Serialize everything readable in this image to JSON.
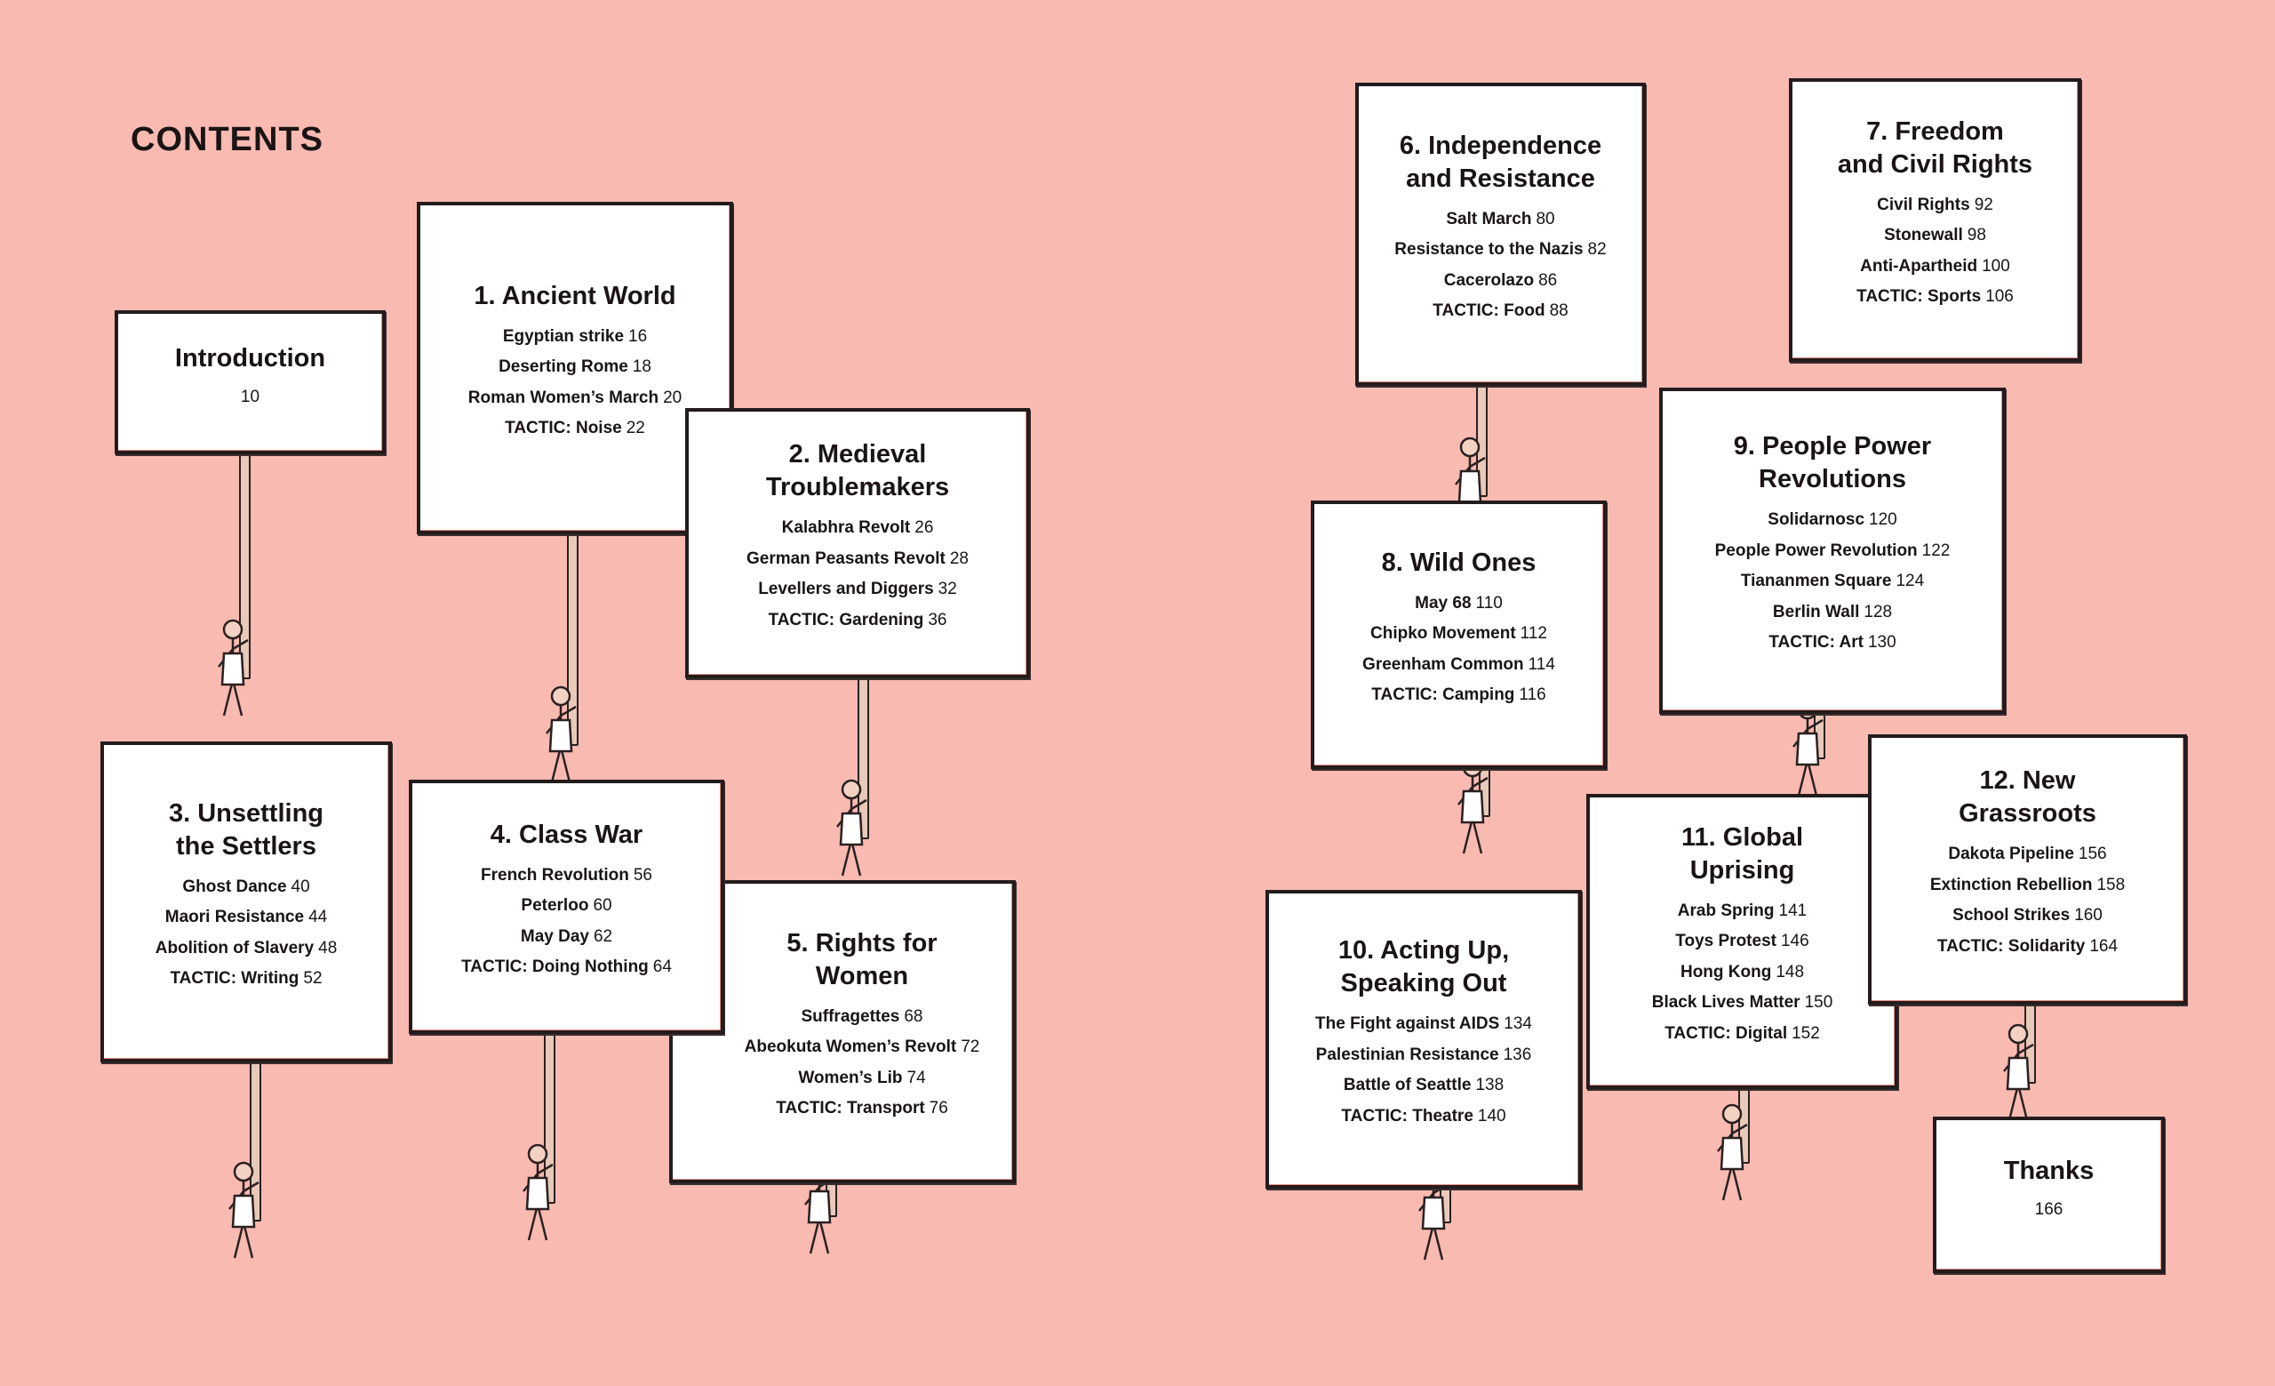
{
  "heading": "CONTENTS",
  "colors": {
    "background": "#f9bab2",
    "sign": "#ffffff",
    "ink": "#1a1414"
  },
  "sections": [
    {
      "title": [
        "Introduction"
      ],
      "page": "10",
      "items": []
    },
    {
      "title": [
        "1. Ancient World"
      ],
      "items": [
        {
          "name": "Egyptian strike",
          "page": "16"
        },
        {
          "name": "Deserting Rome",
          "page": "18"
        },
        {
          "name": "Roman Women’s March",
          "page": "20"
        },
        {
          "name": "TACTIC: Noise",
          "page": "22"
        }
      ]
    },
    {
      "title": [
        "2. Medieval",
        "Troublemakers"
      ],
      "items": [
        {
          "name": "Kalabhra Revolt",
          "page": "26"
        },
        {
          "name": "German Peasants Revolt",
          "page": "28"
        },
        {
          "name": "Levellers and Diggers",
          "page": "32"
        },
        {
          "name": "TACTIC: Gardening",
          "page": "36"
        }
      ]
    },
    {
      "title": [
        "3. Unsettling",
        "the Settlers"
      ],
      "items": [
        {
          "name": "Ghost Dance",
          "page": "40"
        },
        {
          "name": "Maori Resistance",
          "page": "44"
        },
        {
          "name": "Abolition of Slavery",
          "page": "48"
        },
        {
          "name": "TACTIC: Writing",
          "page": "52"
        }
      ]
    },
    {
      "title": [
        "4. Class War"
      ],
      "items": [
        {
          "name": "French Revolution",
          "page": "56"
        },
        {
          "name": "Peterloo",
          "page": "60"
        },
        {
          "name": "May Day",
          "page": "62"
        },
        {
          "name": "TACTIC: Doing Nothing",
          "page": "64"
        }
      ]
    },
    {
      "title": [
        "5. Rights for",
        "Women"
      ],
      "items": [
        {
          "name": "Suffragettes",
          "page": "68"
        },
        {
          "name": "Abeokuta Women’s Revolt",
          "page": "72"
        },
        {
          "name": "Women’s Lib",
          "page": "74"
        },
        {
          "name": "TACTIC: Transport",
          "page": "76"
        }
      ]
    },
    {
      "title": [
        "6. Independence",
        "and Resistance"
      ],
      "items": [
        {
          "name": "Salt March",
          "page": "80"
        },
        {
          "name": "Resistance to the Nazis",
          "page": "82"
        },
        {
          "name": "Cacerolazo",
          "page": "86"
        },
        {
          "name": "TACTIC: Food",
          "page": "88"
        }
      ]
    },
    {
      "title": [
        "7. Freedom",
        "and Civil Rights"
      ],
      "items": [
        {
          "name": "Civil Rights",
          "page": "92"
        },
        {
          "name": "Stonewall",
          "page": "98"
        },
        {
          "name": "Anti-Apartheid",
          "page": "100"
        },
        {
          "name": "TACTIC: Sports",
          "page": "106"
        }
      ]
    },
    {
      "title": [
        "8. Wild Ones"
      ],
      "items": [
        {
          "name": "May 68",
          "page": "110"
        },
        {
          "name": "Chipko Movement",
          "page": "112"
        },
        {
          "name": "Greenham Common",
          "page": "114"
        },
        {
          "name": "TACTIC: Camping",
          "page": "116"
        }
      ]
    },
    {
      "title": [
        "9. People Power",
        "Revolutions"
      ],
      "items": [
        {
          "name": "Solidarnosc",
          "page": "120"
        },
        {
          "name": "People Power Revolution",
          "page": "122"
        },
        {
          "name": "Tiananmen Square",
          "page": "124"
        },
        {
          "name": "Berlin Wall",
          "page": "128"
        },
        {
          "name": "TACTIC: Art",
          "page": "130"
        }
      ]
    },
    {
      "title": [
        "10. Acting Up,",
        "Speaking Out"
      ],
      "items": [
        {
          "name": "The Fight against AIDS",
          "page": "134"
        },
        {
          "name": "Palestinian Resistance",
          "page": "136"
        },
        {
          "name": "Battle of Seattle",
          "page": "138"
        },
        {
          "name": "TACTIC: Theatre",
          "page": "140"
        }
      ]
    },
    {
      "title": [
        "11. Global",
        "Uprising"
      ],
      "items": [
        {
          "name": "Arab Spring",
          "page": "141"
        },
        {
          "name": "Toys Protest",
          "page": "146"
        },
        {
          "name": "Hong Kong",
          "page": "148"
        },
        {
          "name": "Black Lives Matter",
          "page": "150"
        },
        {
          "name": "TACTIC: Digital",
          "page": "152"
        }
      ]
    },
    {
      "title": [
        "12. New",
        "Grassroots"
      ],
      "items": [
        {
          "name": "Dakota Pipeline",
          "page": "156"
        },
        {
          "name": "Extinction Rebellion",
          "page": "158"
        },
        {
          "name": "School Strikes",
          "page": "160"
        },
        {
          "name": "TACTIC: Solidarity",
          "page": "164"
        }
      ]
    },
    {
      "title": [
        "Thanks"
      ],
      "page": "166",
      "items": []
    }
  ]
}
